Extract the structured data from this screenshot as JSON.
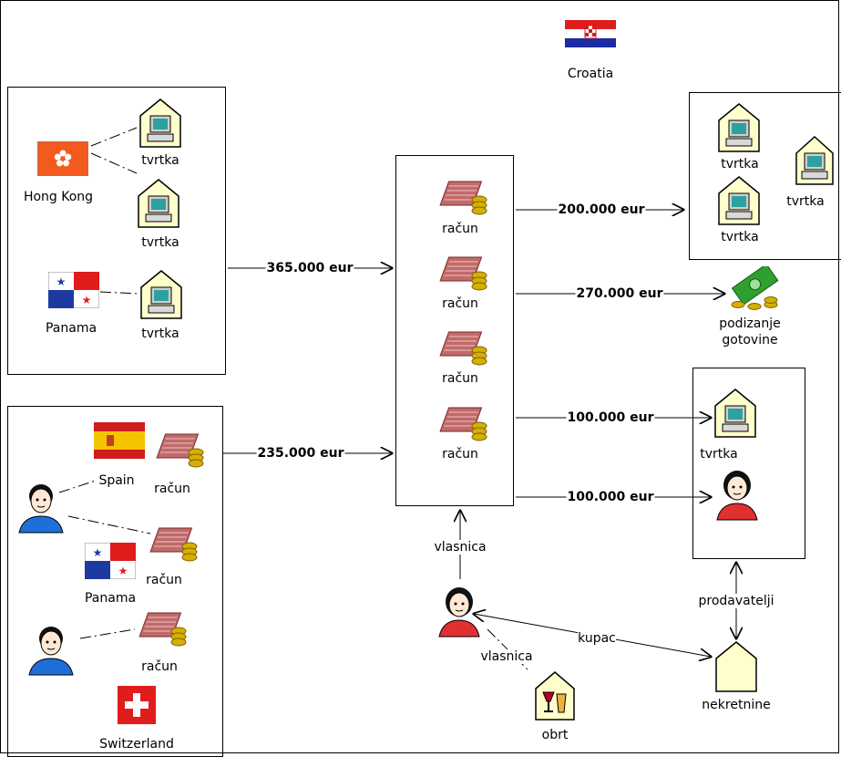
{
  "labels": {
    "croatia": "Croatia",
    "hong_kong": "Hong Kong",
    "panama": "Panama",
    "spain": "Spain",
    "switzerland": "Switzerland",
    "tvrtka": "tvrtka",
    "racun": "račun",
    "podizanje_line1": "podizanje",
    "podizanje_line2": "gotovine",
    "vlasnica": "vlasnica",
    "prodavatelji": "prodavatelji",
    "kupac": "kupac",
    "nekretnine": "nekretnine",
    "obrt": "obrt"
  },
  "amounts": {
    "in_top": "365.000 eur",
    "in_bottom": "235.000 eur",
    "out_companies": "200.000 eur",
    "out_cash": "270.000 eur",
    "out_company2": "100.000 eur",
    "out_seller": "100.000 eur"
  },
  "colors": {
    "line": "#000000",
    "house_fill": "#ffffcc",
    "coin": "#d4b000",
    "card": "#c06a6a",
    "money": "#2fa02f",
    "person_shirt_male": "#1e6fd9",
    "person_shirt_female": "#e03030"
  },
  "icons": [
    "flag-croatia-icon",
    "flag-hongkong-icon",
    "flag-panama-icon",
    "flag-spain-icon",
    "flag-switzerland-icon",
    "company-house-icon",
    "bank-account-icon",
    "cash-money-icon",
    "man-icon",
    "woman-icon",
    "real-estate-house-icon",
    "craft-shop-icon"
  ]
}
